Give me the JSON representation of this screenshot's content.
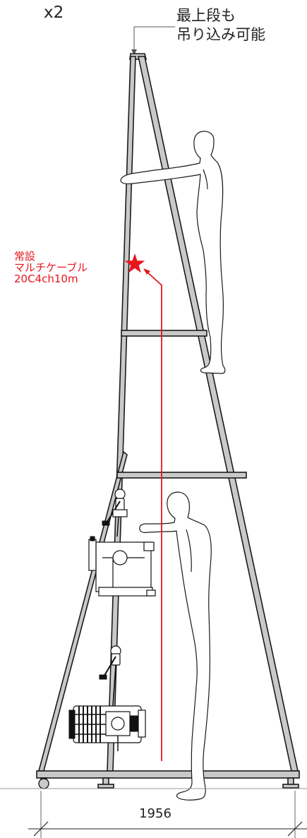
{
  "diagram": {
    "multiplier": "x2",
    "top_note_line1": "最上段も",
    "top_note_line2": "吊り込み可能",
    "cable_note_line1": "常設",
    "cable_note_line2": "マルチケーブル",
    "cable_note_line3": "20C4ch10m",
    "width_dimension": "1956"
  },
  "colors": {
    "frame_fill": "#c9c9c9",
    "outline": "#1a1a1a",
    "cable_red": "#e8141b"
  }
}
